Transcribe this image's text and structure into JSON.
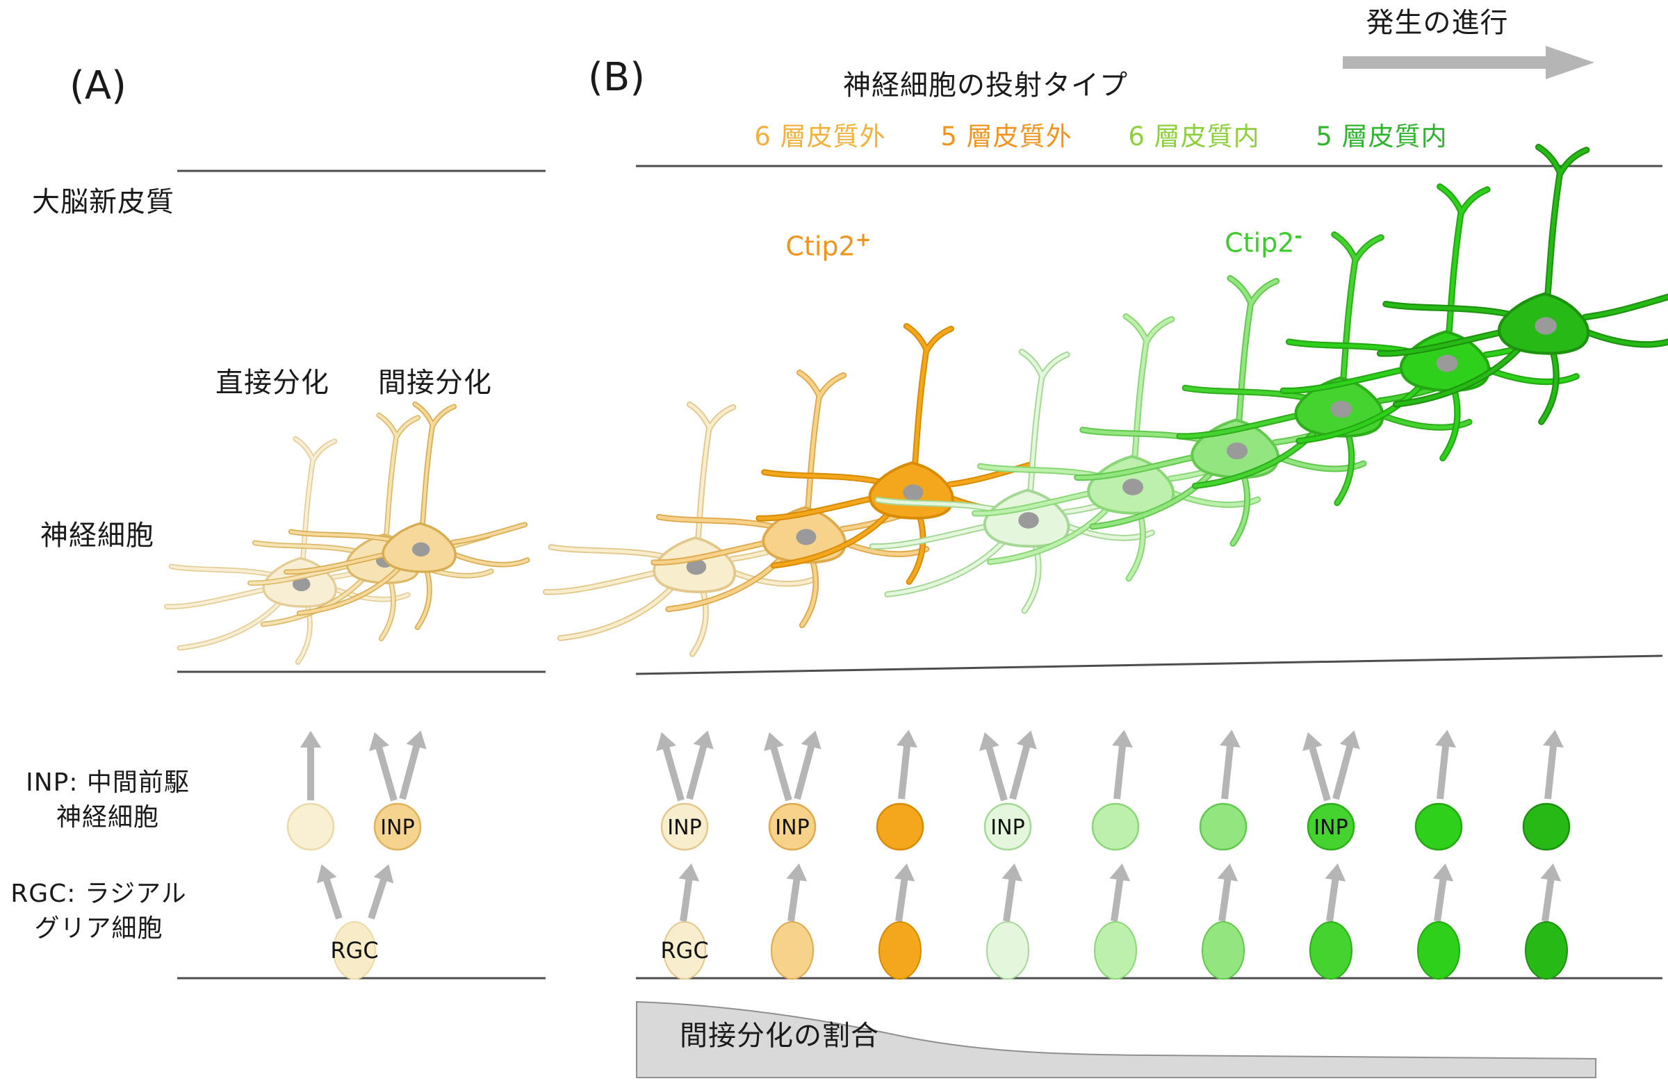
{
  "colors": {
    "arrow_gray": "#b5b5b5",
    "line": "#4d4d4d",
    "nucleus": "#9a9a9a",
    "cell_text": "#111111",
    "wedge_fill": "#d9d9d9",
    "wedge_stroke": "#8f8f8f",
    "ctip2_positive": "#f0941e",
    "ctip2_negative": "#3fcb2e"
  },
  "header": {
    "development_label": "発生の進行",
    "panelB_title": "神経細胞の投射タイプ",
    "projection_types": [
      {
        "label": "6 層皮質外",
        "color": "#f2b13c"
      },
      {
        "label": "5 層皮質外",
        "color": "#f0941e"
      },
      {
        "label": "6 層皮質内",
        "color": "#8ecf3e"
      },
      {
        "label": "5 層皮質内",
        "color": "#2eb42e"
      }
    ]
  },
  "legend": {
    "inp_line1": "INP: 中間前駆",
    "inp_line2": "神経細胞",
    "rgc_line1": "RGC: ラジアル",
    "rgc_line2": "グリア細胞"
  },
  "panelA": {
    "label": "(A)",
    "neocortex_label": "大脳新皮質",
    "direct_label": "直接分化",
    "indirect_label": "間接分化",
    "neuron_label": "神経細胞",
    "neurons": [
      {
        "fill": "#f8eed4",
        "stroke": "#e4cd96"
      },
      {
        "fill": "#f6e3b4",
        "stroke": "#ddb96a"
      },
      {
        "fill": "#f5d89a",
        "stroke": "#d8ac52"
      }
    ],
    "inp_cells": [
      {
        "fill": "#f9efd2",
        "stroke": "#ecd9a8",
        "label": "",
        "double_arrow": false
      },
      {
        "fill": "#f4d48f",
        "stroke": "#dfb25c",
        "label": "INP",
        "double_arrow": true
      }
    ],
    "rgc_cell": {
      "fill": "#f8ecc8",
      "stroke": "#ecd9a8",
      "label": "RGC"
    }
  },
  "panelB": {
    "label": "(B)",
    "ctip2_positive": {
      "text": "Ctip2",
      "sign": "+"
    },
    "ctip2_negative": {
      "text": "Ctip2",
      "sign": "-"
    },
    "indirect_fraction_label": "間接分化の割合",
    "rgc_text": "RGC",
    "columns": [
      {
        "fill": "#f8edcd",
        "stroke": "#e2c88d",
        "inp_label": "INP",
        "double_arrow": true
      },
      {
        "fill": "#f6d28b",
        "stroke": "#dfa94e",
        "inp_label": "INP",
        "double_arrow": true
      },
      {
        "fill": "#f3a71d",
        "stroke": "#d98b00",
        "inp_label": "",
        "double_arrow": false
      },
      {
        "fill": "#e4f6dc",
        "stroke": "#a5d896",
        "inp_label": "INP",
        "double_arrow": true
      },
      {
        "fill": "#bdefad",
        "stroke": "#8ad777",
        "inp_label": "",
        "double_arrow": false
      },
      {
        "fill": "#92e57f",
        "stroke": "#62c94e",
        "inp_label": "",
        "double_arrow": false
      },
      {
        "fill": "#44d32f",
        "stroke": "#2fae1c",
        "inp_label": "INP",
        "double_arrow": true
      },
      {
        "fill": "#2ed01b",
        "stroke": "#23a812",
        "inp_label": "",
        "double_arrow": false
      },
      {
        "fill": "#27b916",
        "stroke": "#1d920e",
        "inp_label": "",
        "double_arrow": false
      }
    ]
  }
}
